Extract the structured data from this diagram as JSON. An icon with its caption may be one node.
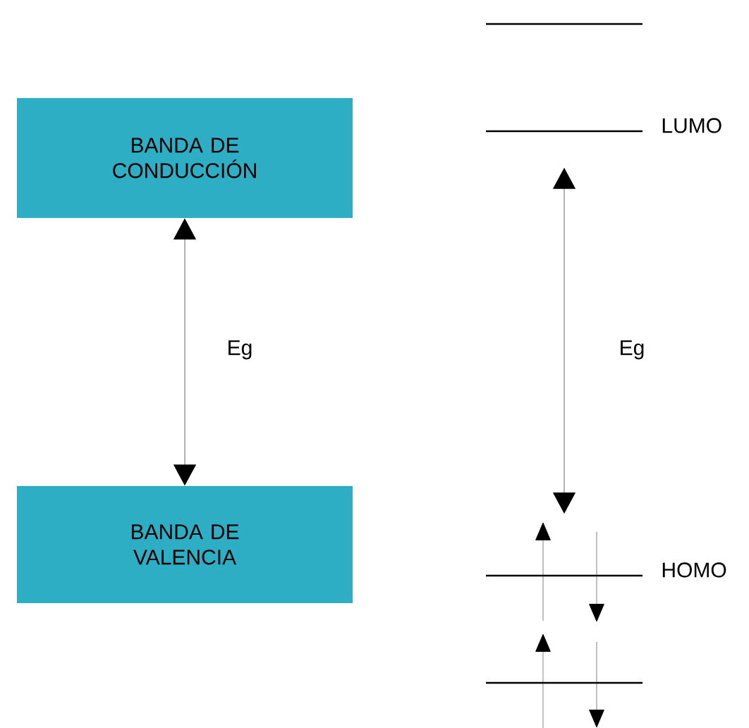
{
  "diagram": {
    "nodes": [
      {
        "text": [
          "BANDA DE CONDUCCIÓN"
        ]
      },
      {
        "text": [
          "BANDA DE VALENCIA"
        ]
      },
      {
        "text": [],
        "shape": "bar"
      },
      {
        "text": [],
        "shape": "bar",
        "beside": [
          "LUMO"
        ]
      },
      {
        "text": [],
        "shape": "bar",
        "beside": [
          "HOMO"
        ]
      },
      {
        "text": [],
        "shape": "bar"
      }
    ],
    "edges": [
      {
        "from": 0,
        "to": 1,
        "arrow": "both",
        "label": "Eg"
      },
      {
        "from": 3,
        "to": 4,
        "arrow": "both",
        "label": "Eg"
      }
    ]
  }
}
